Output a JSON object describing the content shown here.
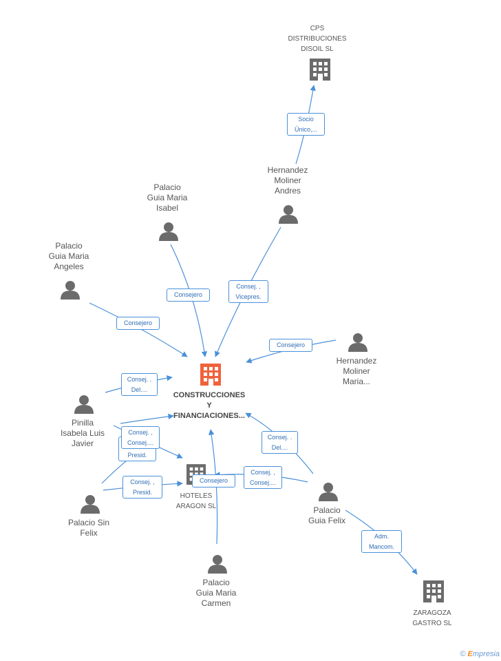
{
  "colors": {
    "edge": "#4a90d9",
    "edge_text": "#2f6db5",
    "node_text": "#555555",
    "icon_gray": "#6b6b6b",
    "icon_main": "#f0623c"
  },
  "nodes": {
    "main": {
      "label": "CONSTRUCCIONES\nY\nFINANCIACIONES...",
      "icon": "building-icon"
    },
    "cps": {
      "label": "CPS\nDISTRIBUCIONES\nDISOIL SL",
      "icon": "building-icon"
    },
    "hoteles": {
      "label": "HOTELES\nARAGON SL",
      "icon": "building-icon"
    },
    "zaragoza": {
      "label": "ZARAGOZA\nGASTRO SL",
      "icon": "building-icon"
    },
    "hernandez_andres": {
      "label": "Hernandez\nMoliner\nAndres",
      "icon": "person-icon"
    },
    "palacio_isabel": {
      "label": "Palacio\nGuia Maria\nIsabel",
      "icon": "person-icon"
    },
    "palacio_angeles": {
      "label": "Palacio\nGuia Maria\nAngeles",
      "icon": "person-icon"
    },
    "hernandez_maria": {
      "label": "Hernandez\nMoliner\nMaria...",
      "icon": "person-icon"
    },
    "pinilla": {
      "label": "Pinilla\nIsabela Luis\nJavier",
      "icon": "person-icon"
    },
    "palacio_sin": {
      "label": "Palacio Sin\nFelix",
      "icon": "person-icon"
    },
    "palacio_felix": {
      "label": "Palacio\nGuia Felix",
      "icon": "person-icon"
    },
    "palacio_carmen": {
      "label": "Palacio\nGuia Maria\nCarmen",
      "icon": "person-icon"
    }
  },
  "edges": {
    "socio_unico": "Socio\nÚnico,...",
    "consej_vicepres": "Consej. ,\nVicepres.",
    "consejero_isabel": "Consejero",
    "consejero_angeles": "Consejero",
    "consejero_hmaria": "Consejero",
    "consej_del_pinilla": "Consej. .\nDel....",
    "consej_consej_pinilla": "Consej. ,\nConsej....",
    "presid_pinilla": "Presid.",
    "consej_presid_sin": "Consej. ,\nPresid.",
    "consejero_carmen": "Consejero",
    "consej_consej_felix": "Consej. ,\nConsej....",
    "consej_del_felix": "Consej. .\nDel....",
    "adm_mancom": "Adm.\nMancom."
  },
  "footer": {
    "copyright": "©",
    "brand_e": "E",
    "brand_rest": "mpresia"
  }
}
